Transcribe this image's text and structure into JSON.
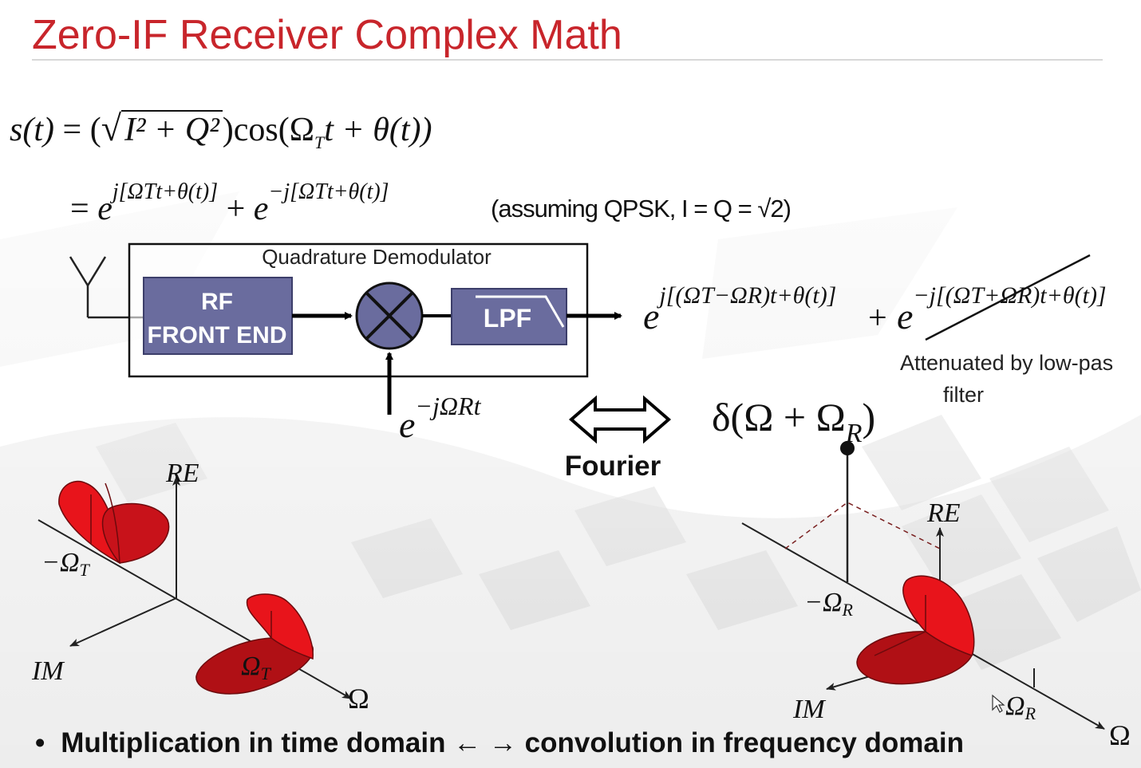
{
  "slide": {
    "title": "Zero-IF Receiver Complex Math"
  },
  "equations": {
    "line1": {
      "lhs": "s(t)",
      "eq": "=",
      "open": "(",
      "sqrt_body": "I² + Q²",
      "close": ")",
      "cos": "cos(Ω",
      "cos_sub": "T",
      "cos_rest": "t + θ(t))"
    },
    "line2": {
      "eq": "=",
      "e1": "e",
      "e1_exp": "j[ΩTt+θ(t)]",
      "plus": "+",
      "e2": "e",
      "e2_exp": "−j[ΩTt+θ(t)]",
      "note": "(assuming QPSK, I = Q = √2)"
    }
  },
  "block_diagram": {
    "box_title": "Quadrature Demodulator",
    "rf_line1": "RF",
    "rf_line2": "FRONT END",
    "lpf": "LPF",
    "lo_base": "e",
    "lo_exp": "−jΩRt",
    "out1_base": "e",
    "out1_exp": "j[(ΩT−ΩR)t+θ(t)]",
    "out_plus": "+",
    "out2_base": "e",
    "out2_exp": "−j[(ΩT+ΩR)t+θ(t)]",
    "attenuated_line1": "Attenuated by low-pas",
    "attenuated_line2": "filter"
  },
  "fourier": {
    "label": "Fourier",
    "delta": "δ(Ω + Ω",
    "delta_sub": "R",
    "delta_close": ")"
  },
  "left_plot": {
    "re": "RE",
    "im": "IM",
    "omega": "Ω",
    "neg_t": "−Ω",
    "neg_t_sub": "T",
    "pos_t": "Ω",
    "pos_t_sub": "T"
  },
  "right_plot": {
    "re": "RE",
    "im": "IM",
    "omega": "Ω",
    "neg_r": "−Ω",
    "neg_r_sub": "R",
    "pos_r": "Ω",
    "pos_r_sub": "R"
  },
  "bullet": {
    "symbol": "•",
    "text": "Multiplication in time domain ← → convolution in frequency domain"
  },
  "colors": {
    "title": "#c8252b",
    "block_fill": "#6a6c9e",
    "lobe_red": "#e8141b",
    "lobe_dark": "#b01015"
  }
}
